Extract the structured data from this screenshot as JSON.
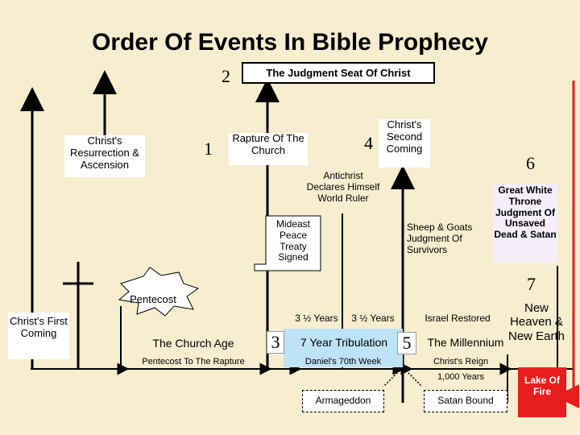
{
  "title": "Order Of Events In Bible Prophecy",
  "numbers": {
    "n1": "1",
    "n2": "2",
    "n3": "3",
    "n4": "4",
    "n5": "5",
    "n6": "6",
    "n7": "7"
  },
  "events": {
    "judgment_seat": "The Judgment Seat Of Christ",
    "resurrection": "Christ's Resurrection & Ascension",
    "rapture": "Rapture Of The Church",
    "second_coming": "Christ's Second Coming",
    "antichrist": "Antichrist Declares Himself World Ruler",
    "mideast": "Mideast Peace Treaty Signed",
    "sheep_goats": "Sheep & Goats Judgment Of Survivors",
    "great_white_throne": "Great White Throne Judgment Of Unsaved Dead & Satan",
    "pentecost": "Pentecost",
    "first_coming": "Christ's First Coming",
    "half_1": "3 ½ Years",
    "half_2": "3 ½ Years",
    "israel_restored": "Israel Restored",
    "new_heaven": "New Heaven & New Earth",
    "church_age": "The Church Age",
    "church_age_sub": "Pentecost To The Rapture",
    "tribulation": "7 Year Tribulation",
    "daniels_week": "Daniel's 70th Week",
    "millennium": "The Millennium",
    "christs_reign": "Christ's Reign",
    "thousand_years": "1,000 Years",
    "lake_of_fire": "Lake Of Fire",
    "armageddon": "Armageddon",
    "satan_bound": "Satan Bound"
  },
  "colors": {
    "background": "#f7edcf",
    "tribulation": "#bfe3f6",
    "lake": "#e81e1e",
    "arrow_red": "#e81e1e"
  }
}
